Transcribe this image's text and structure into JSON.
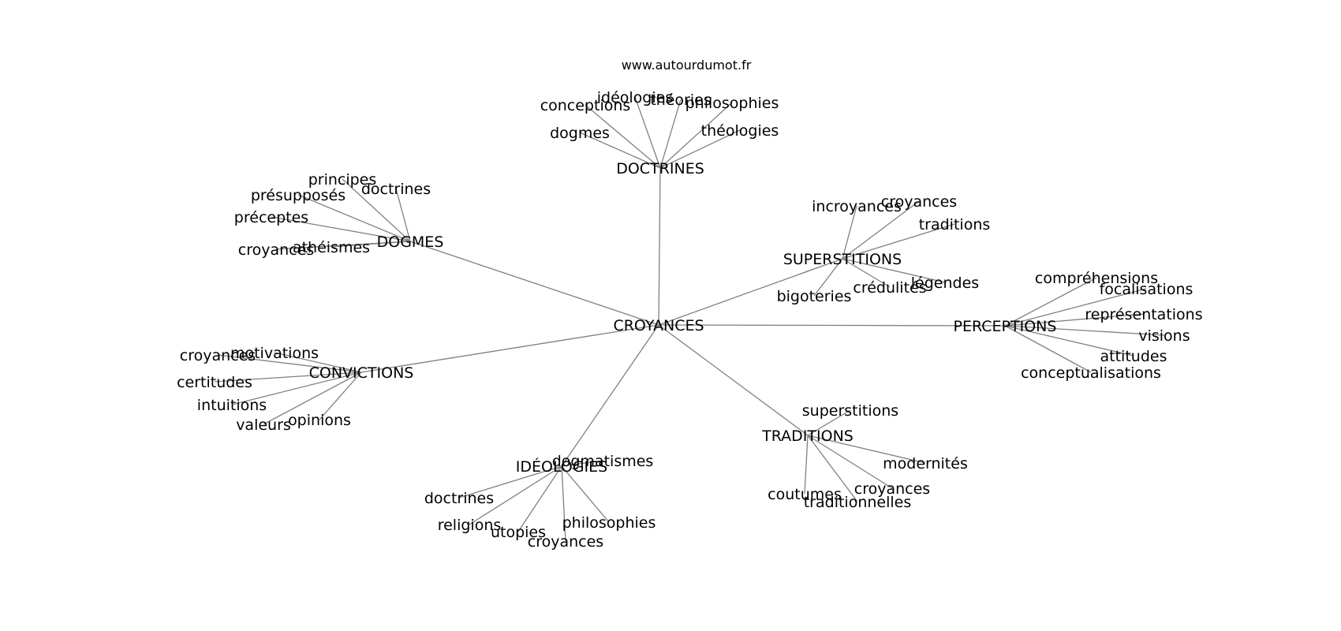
{
  "source": "www.autourdumot.fr",
  "center": "CROYANCES",
  "branches": [
    {
      "id": "doctrines",
      "label": "DOCTRINES",
      "leaves": [
        "conceptions",
        "idéologies",
        "théories",
        "philosophies",
        "dogmes",
        "théologies"
      ]
    },
    {
      "id": "dogmes",
      "label": "DOGMES",
      "leaves": [
        "principes",
        "doctrines",
        "présupposés",
        "préceptes",
        "croyances",
        "athéismes"
      ]
    },
    {
      "id": "superstitions",
      "label": "SUPERSTITIONS",
      "leaves": [
        "incroyances",
        "croyances",
        "traditions",
        "légendes",
        "crédulités",
        "bigoteries"
      ]
    },
    {
      "id": "perceptions",
      "label": "PERCEPTIONS",
      "leaves": [
        "compréhensions",
        "focalisations",
        "représentations",
        "visions",
        "attitudes",
        "conceptualisations"
      ]
    },
    {
      "id": "convictions",
      "label": "CONVICTIONS",
      "leaves": [
        "croyances",
        "motivations",
        "certitudes",
        "intuitions",
        "valeurs",
        "opinions"
      ]
    },
    {
      "id": "traditions",
      "label": "TRADITIONS",
      "leaves": [
        "superstitions",
        "modernités",
        "croyances",
        "coutumes",
        "traditionnelles"
      ]
    },
    {
      "id": "ideologies",
      "label": "IDÉOLOGIES",
      "leaves": [
        "dogmatismes",
        "doctrines",
        "religions",
        "utopies",
        "croyances",
        "philosophies"
      ]
    }
  ]
}
